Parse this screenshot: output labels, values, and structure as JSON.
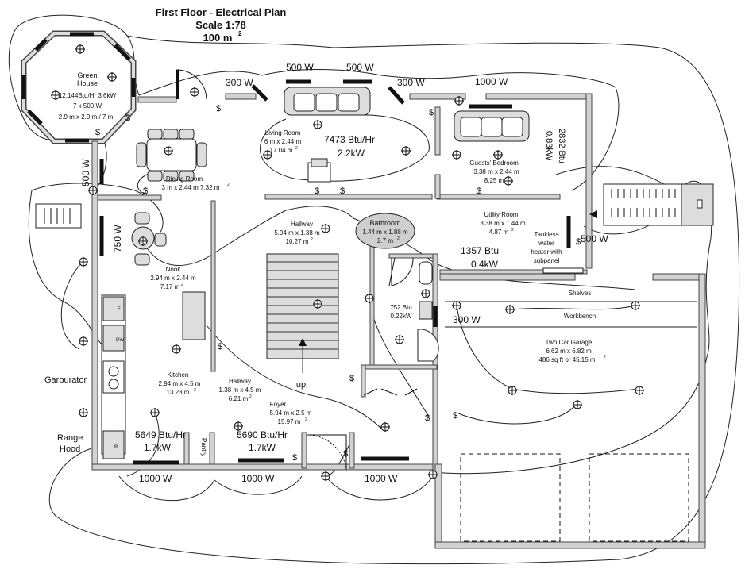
{
  "header": {
    "title": "First Floor - Electrical Plan",
    "scale": "Scale 1:78",
    "area": "100 m",
    "area_sup": "2"
  },
  "rooms": {
    "green_house": {
      "name": "Green",
      "name2": "House",
      "line1": "12,144Btu/Hr 3.6kW",
      "line2": "7 x 500 W",
      "line3": "2.9 m x 2.9 m / 7 m",
      "sup": "2"
    },
    "living_room": {
      "name": "Living Room",
      "dims": "6 m x 2.44 m",
      "area": "17.04 m",
      "sup": "2"
    },
    "living_btu": {
      "btu": "7473 Btu/Hr",
      "kw": "2.2kW"
    },
    "dining_room": {
      "name": "Dining Room",
      "dims": "3 m x 2.44 m  7.32 m",
      "sup": "2"
    },
    "guests_bedroom": {
      "name": "Guests' Bedroom",
      "dims": "3.38 m x 2.44 m",
      "area": "8.25 m",
      "sup": "2"
    },
    "guest_btu": {
      "btu": "2832 Btu",
      "kw": "0.83kW"
    },
    "hallway_upper": {
      "name": "Hallway",
      "dims": "5.94 m x 1.38 m",
      "area": "10.27 m",
      "sup": "2"
    },
    "bathroom": {
      "name": "Bathroom",
      "dims": "1.44 m x 1.88 m",
      "area": "2.7 m",
      "sup": "2"
    },
    "utility_room": {
      "name": "Utility Room",
      "dims": "3.38 m x 1.44 m",
      "area": "4.87 m",
      "sup": "2"
    },
    "tankless": {
      "l1": "Tankless",
      "l2": "water",
      "l3": "heater with",
      "l4": "subpanel"
    },
    "utility_btu": {
      "btu": "1357 Btu",
      "kw": "0.4kW"
    },
    "nook": {
      "name": "Nook",
      "dims": "2.94 m x 2.44 m",
      "area": "7.17 m",
      "sup": "2"
    },
    "bath_btu": {
      "btu": "752 Btu",
      "kw": "0.22kW"
    },
    "kitchen": {
      "name": "Kitchen",
      "dims": "2.94 m x 4.5 m",
      "area": "13.23 m",
      "sup": "2"
    },
    "hallway_lower": {
      "name": "Hallway",
      "dims": "1.38 m x 4.5 m",
      "area": "6.21 m",
      "sup": "2"
    },
    "foyer": {
      "name": "Foyer",
      "dims": "5.94 m x 2.5 m",
      "area": "15.97 m",
      "sup": "2"
    },
    "garage": {
      "name": "Two Car Garage",
      "dims": "6.62 m x 6.82 m",
      "area": "486 sq ft or 45.15 m",
      "sup": "2"
    },
    "garage_labels": {
      "shelves": "Shelves",
      "workbench": "Workbench"
    },
    "kitchen_btu": {
      "btu": "5649 Btu/Hr",
      "kw": "1.7kW"
    },
    "foyer_btu": {
      "btu": "5690 Btu/Hr",
      "kw": "1.7kW"
    }
  },
  "labels": {
    "garburator": "Garburator",
    "range_hood": "Range",
    "range_hood2": "Hood",
    "pantry": "Pantry",
    "up": "up",
    "appliance_f": "F",
    "appliance_dw": "DW",
    "appliance_r": "R"
  },
  "wattage": {
    "w500_left": "500 W",
    "w500_right": "500 W",
    "w300_left": "300 W",
    "w300_right": "300 W",
    "w1000_top": "1000 W",
    "w500_vertical": "500 W",
    "w750_vertical": "750 W",
    "w500_utility": "500 W",
    "w300_bath": "300 W",
    "w1000_b1": "1000 W",
    "w1000_b2": "1000 W",
    "w1000_b3": "1000 W"
  },
  "colors": {
    "wall_fill": "#d2d2d2",
    "line": "#111111",
    "bathroom_bubble": "#cfcfcf"
  }
}
